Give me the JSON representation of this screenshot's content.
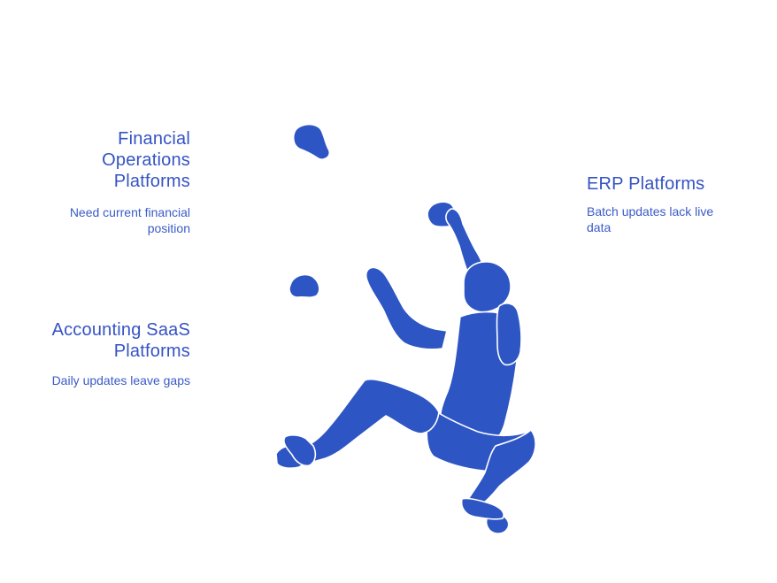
{
  "colors": {
    "accent": "#2e55c4",
    "text": "#3553c3",
    "background": "#ffffff"
  },
  "blocks": {
    "financial": {
      "title": "Financial\nOperations\nPlatforms",
      "description": "Need current financial\nposition"
    },
    "accounting": {
      "title": "Accounting SaaS\nPlatforms",
      "description": "Daily updates leave gaps"
    },
    "erp": {
      "title": "ERP Platforms",
      "description": "Batch updates lack live\ndata"
    }
  },
  "illustration": {
    "icon": "rock-climber-icon"
  }
}
